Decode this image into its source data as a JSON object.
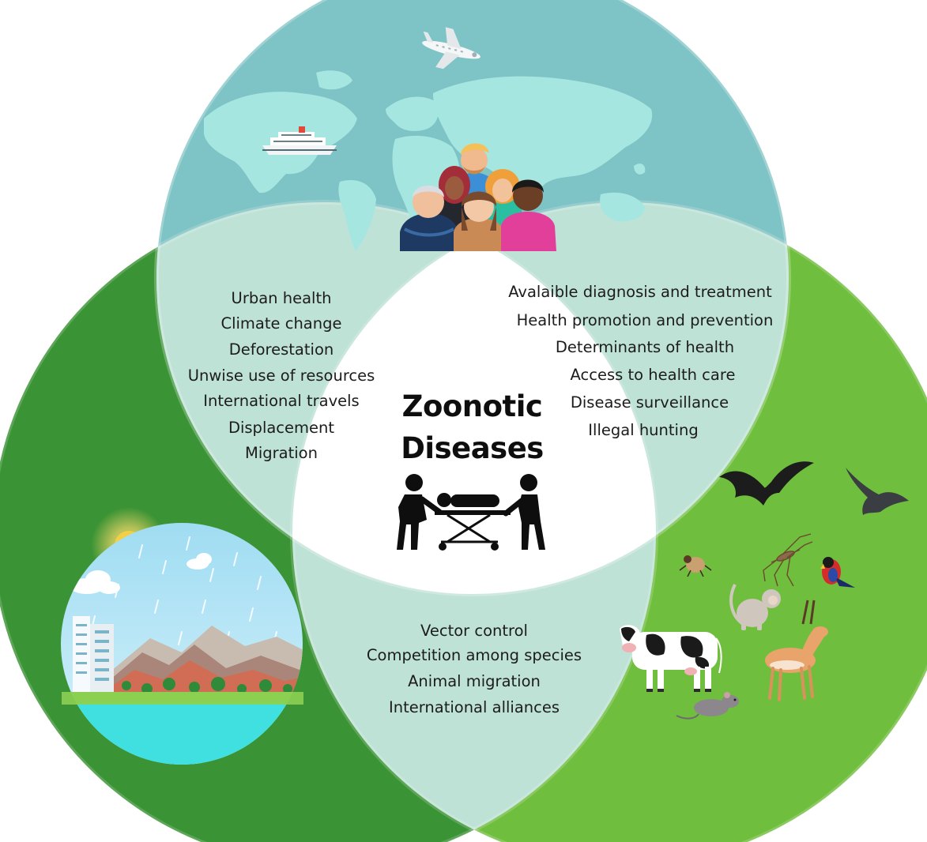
{
  "center": {
    "title_line1": "Zoonotic",
    "title_line2": "Diseases"
  },
  "overlaps": {
    "environment_people": [
      "Urban health",
      "Climate change",
      "Deforestation",
      "Unwise use of resources",
      "International travels",
      "Displacement",
      "Migration"
    ],
    "people_animals": [
      "Avalaible diagnosis and treatment",
      "Health promotion and prevention",
      "Determinants of health",
      "Access to health care",
      "Disease surveillance",
      "Illegal hunting"
    ],
    "environment_animals": [
      "Vector control",
      "Competition among species",
      "Animal migration",
      "International alliances"
    ]
  },
  "colors": {
    "top_circle": "#7ec3c5",
    "left_circle": "#3a9334",
    "right_circle": "#6fbe3d",
    "overlap_fill": "#bfe2d6",
    "center_fill": "#ffffff"
  },
  "icons": {
    "top": [
      "world-map-icon",
      "airplane-icon",
      "cruise-ship-icon",
      "people-group-icon"
    ],
    "left": [
      "sun-icon",
      "cloud-icon",
      "rain-icon",
      "building-icon",
      "mountains-icon",
      "lake-icon"
    ],
    "right": [
      "bat-icon",
      "bird-icon",
      "tick-icon",
      "mosquito-icon",
      "parrot-icon",
      "monkey-icon",
      "cow-icon",
      "gazelle-icon",
      "rat-icon"
    ],
    "center": [
      "stretcher-patient-icon"
    ]
  }
}
